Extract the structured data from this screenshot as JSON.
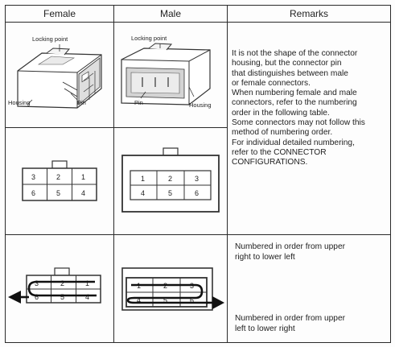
{
  "headers": {
    "female": "Female",
    "male": "Male",
    "remarks": "Remarks"
  },
  "connector_illustration": {
    "female_labels": {
      "locking_point": "Locking point",
      "housing": "Housing",
      "pin": "Pin"
    },
    "male_labels": {
      "locking_point": "Locking point",
      "pin": "Pin",
      "housing": "Housing"
    }
  },
  "remarks_text": "It is not the shape of the connector\nhousing, but the connector pin\nthat distinguishes between male\nor female connectors.\nWhen numbering female and male\nconnectors, refer to the numbering\norder in the following table.\nSome connectors may not follow this\nmethod of numbering order.\nFor individual detailed numbering,\nrefer to the CONNECTOR\nCONFIGURATIONS.",
  "female_pins": {
    "top": [
      "3",
      "2",
      "1"
    ],
    "bottom": [
      "6",
      "5",
      "4"
    ]
  },
  "male_pins": {
    "top": [
      "1",
      "2",
      "3"
    ],
    "bottom": [
      "4",
      "5",
      "6"
    ]
  },
  "notes": {
    "female_order": "Numbered in order from upper\nright to lower left",
    "male_order": "Numbered in order from upper\nleft to lower right"
  },
  "colors": {
    "line": "#2a2a2a",
    "background": "#fdfdfd"
  }
}
